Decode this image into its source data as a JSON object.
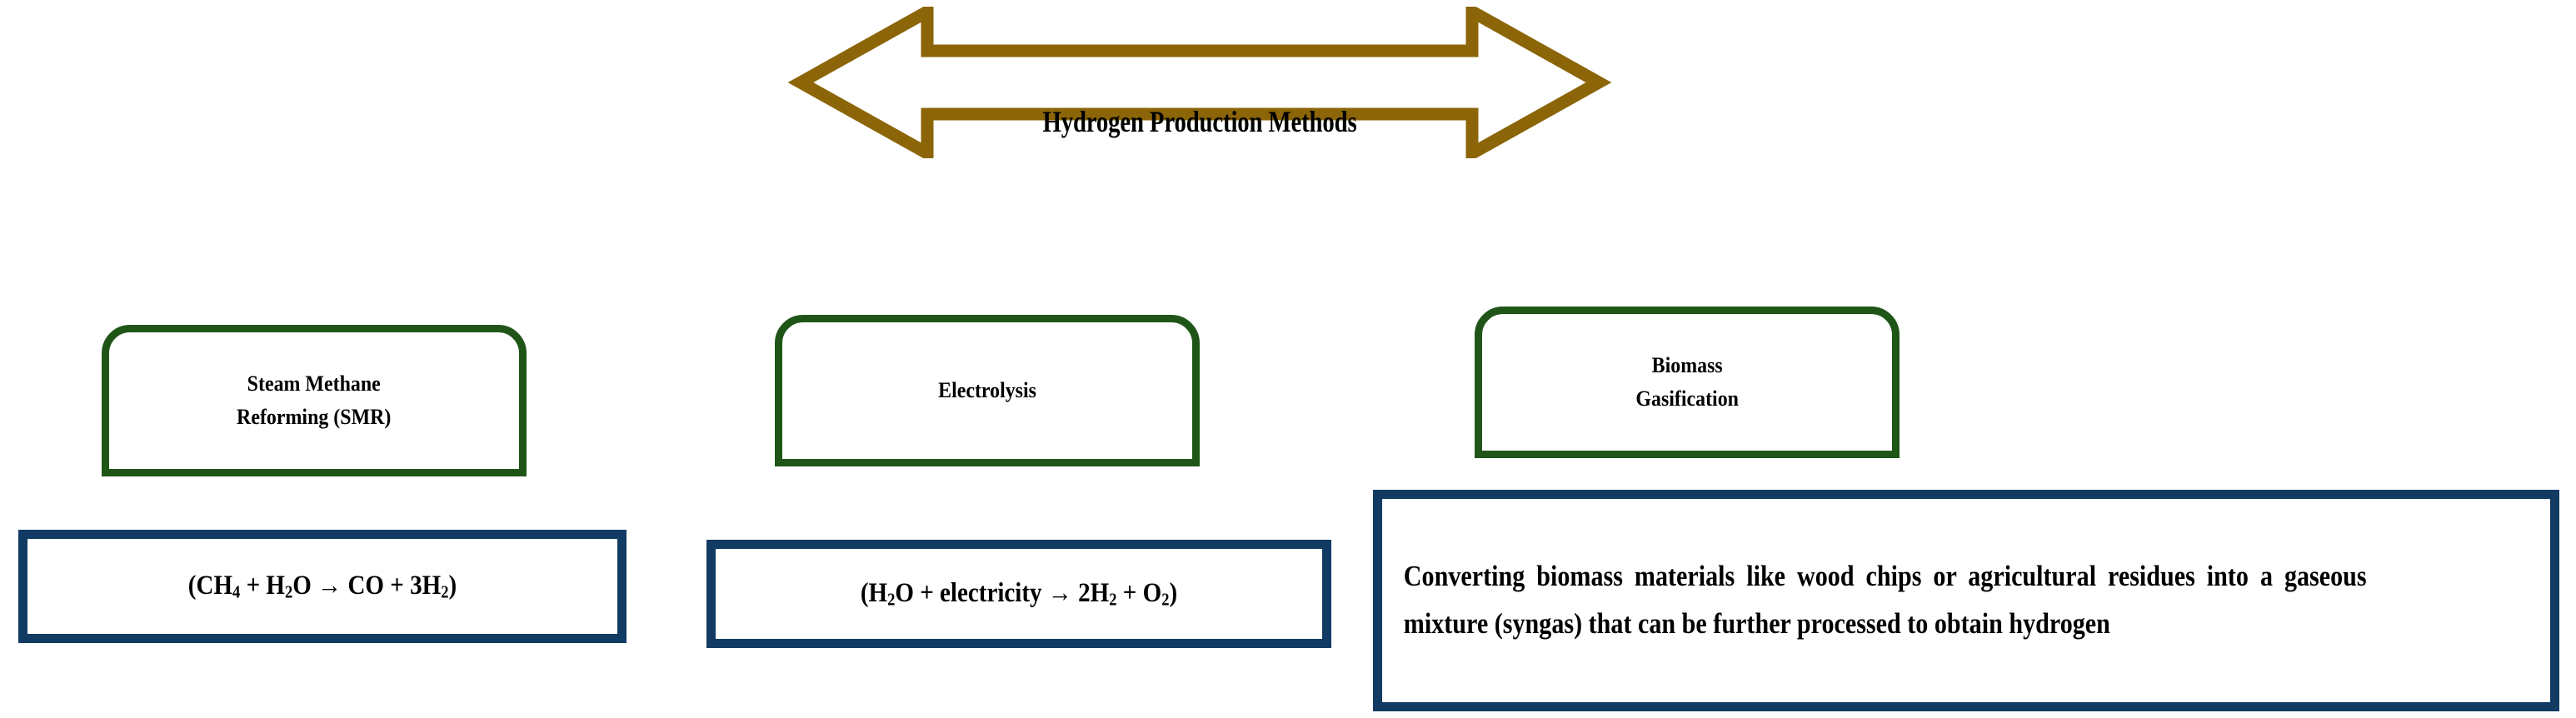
{
  "diagram": {
    "title": "Hydrogen Production Methods",
    "colors": {
      "arrow": "#8B6508",
      "method_box_border": "#1F5618",
      "detail_box_border": "#123B63",
      "background": "#FFFFFF",
      "text": "#000000"
    },
    "methods": [
      {
        "id": "smr",
        "label": "Steam Methane\nReforming (SMR)",
        "detail_type": "equation",
        "detail": "(CH4 + H2O → CO + 3H2)",
        "equation_parts": [
          {
            "text": "(CH",
            "sub": false
          },
          {
            "text": "4",
            "sub": true
          },
          {
            "text": " + H",
            "sub": false
          },
          {
            "text": "2",
            "sub": true
          },
          {
            "text": "O → CO + 3H",
            "sub": false
          },
          {
            "text": "2",
            "sub": true
          },
          {
            "text": ")",
            "sub": false
          }
        ]
      },
      {
        "id": "electrolysis",
        "label": "Electrolysis",
        "detail_type": "equation",
        "detail": "(H2O + electricity → 2H2 + O2)",
        "equation_parts": [
          {
            "text": "(H",
            "sub": false
          },
          {
            "text": "2",
            "sub": true
          },
          {
            "text": "O + electricity → 2H",
            "sub": false
          },
          {
            "text": "2",
            "sub": true
          },
          {
            "text": " + O",
            "sub": false
          },
          {
            "text": "2",
            "sub": true
          },
          {
            "text": ")",
            "sub": false
          }
        ]
      },
      {
        "id": "biomass-gasification",
        "label": "Biomass\nGasification",
        "detail_type": "description",
        "detail": "Converting biomass materials like wood chips or agricultural residues into a gaseous mixture (syngas) that can be further processed to obtain hydrogen"
      }
    ]
  }
}
